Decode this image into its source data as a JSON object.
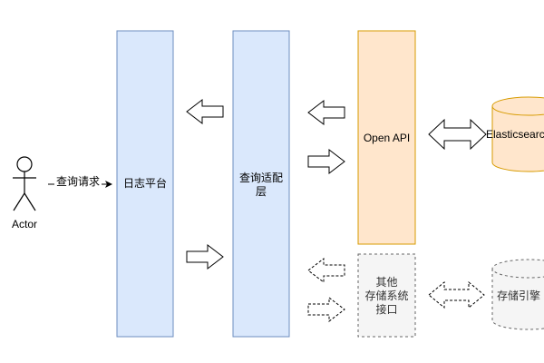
{
  "actor": {
    "label": "Actor"
  },
  "request_label": "查询请求",
  "boxes": {
    "log_platform": "日志平台",
    "query_adapter": "查询适配\n层",
    "open_api": "Open API",
    "other_storage": "其他\n存储系统\n接口"
  },
  "stores": {
    "elasticsearch": "Elasticsearch",
    "storage_engine": "存储引擎"
  },
  "colors": {
    "blue_fill": "#dae8fc",
    "blue_stroke": "#6c8ebf",
    "orange_fill": "#ffe6cc",
    "orange_stroke": "#d79b00",
    "gray_fill": "#f5f5f5",
    "gray_stroke": "#666666"
  }
}
